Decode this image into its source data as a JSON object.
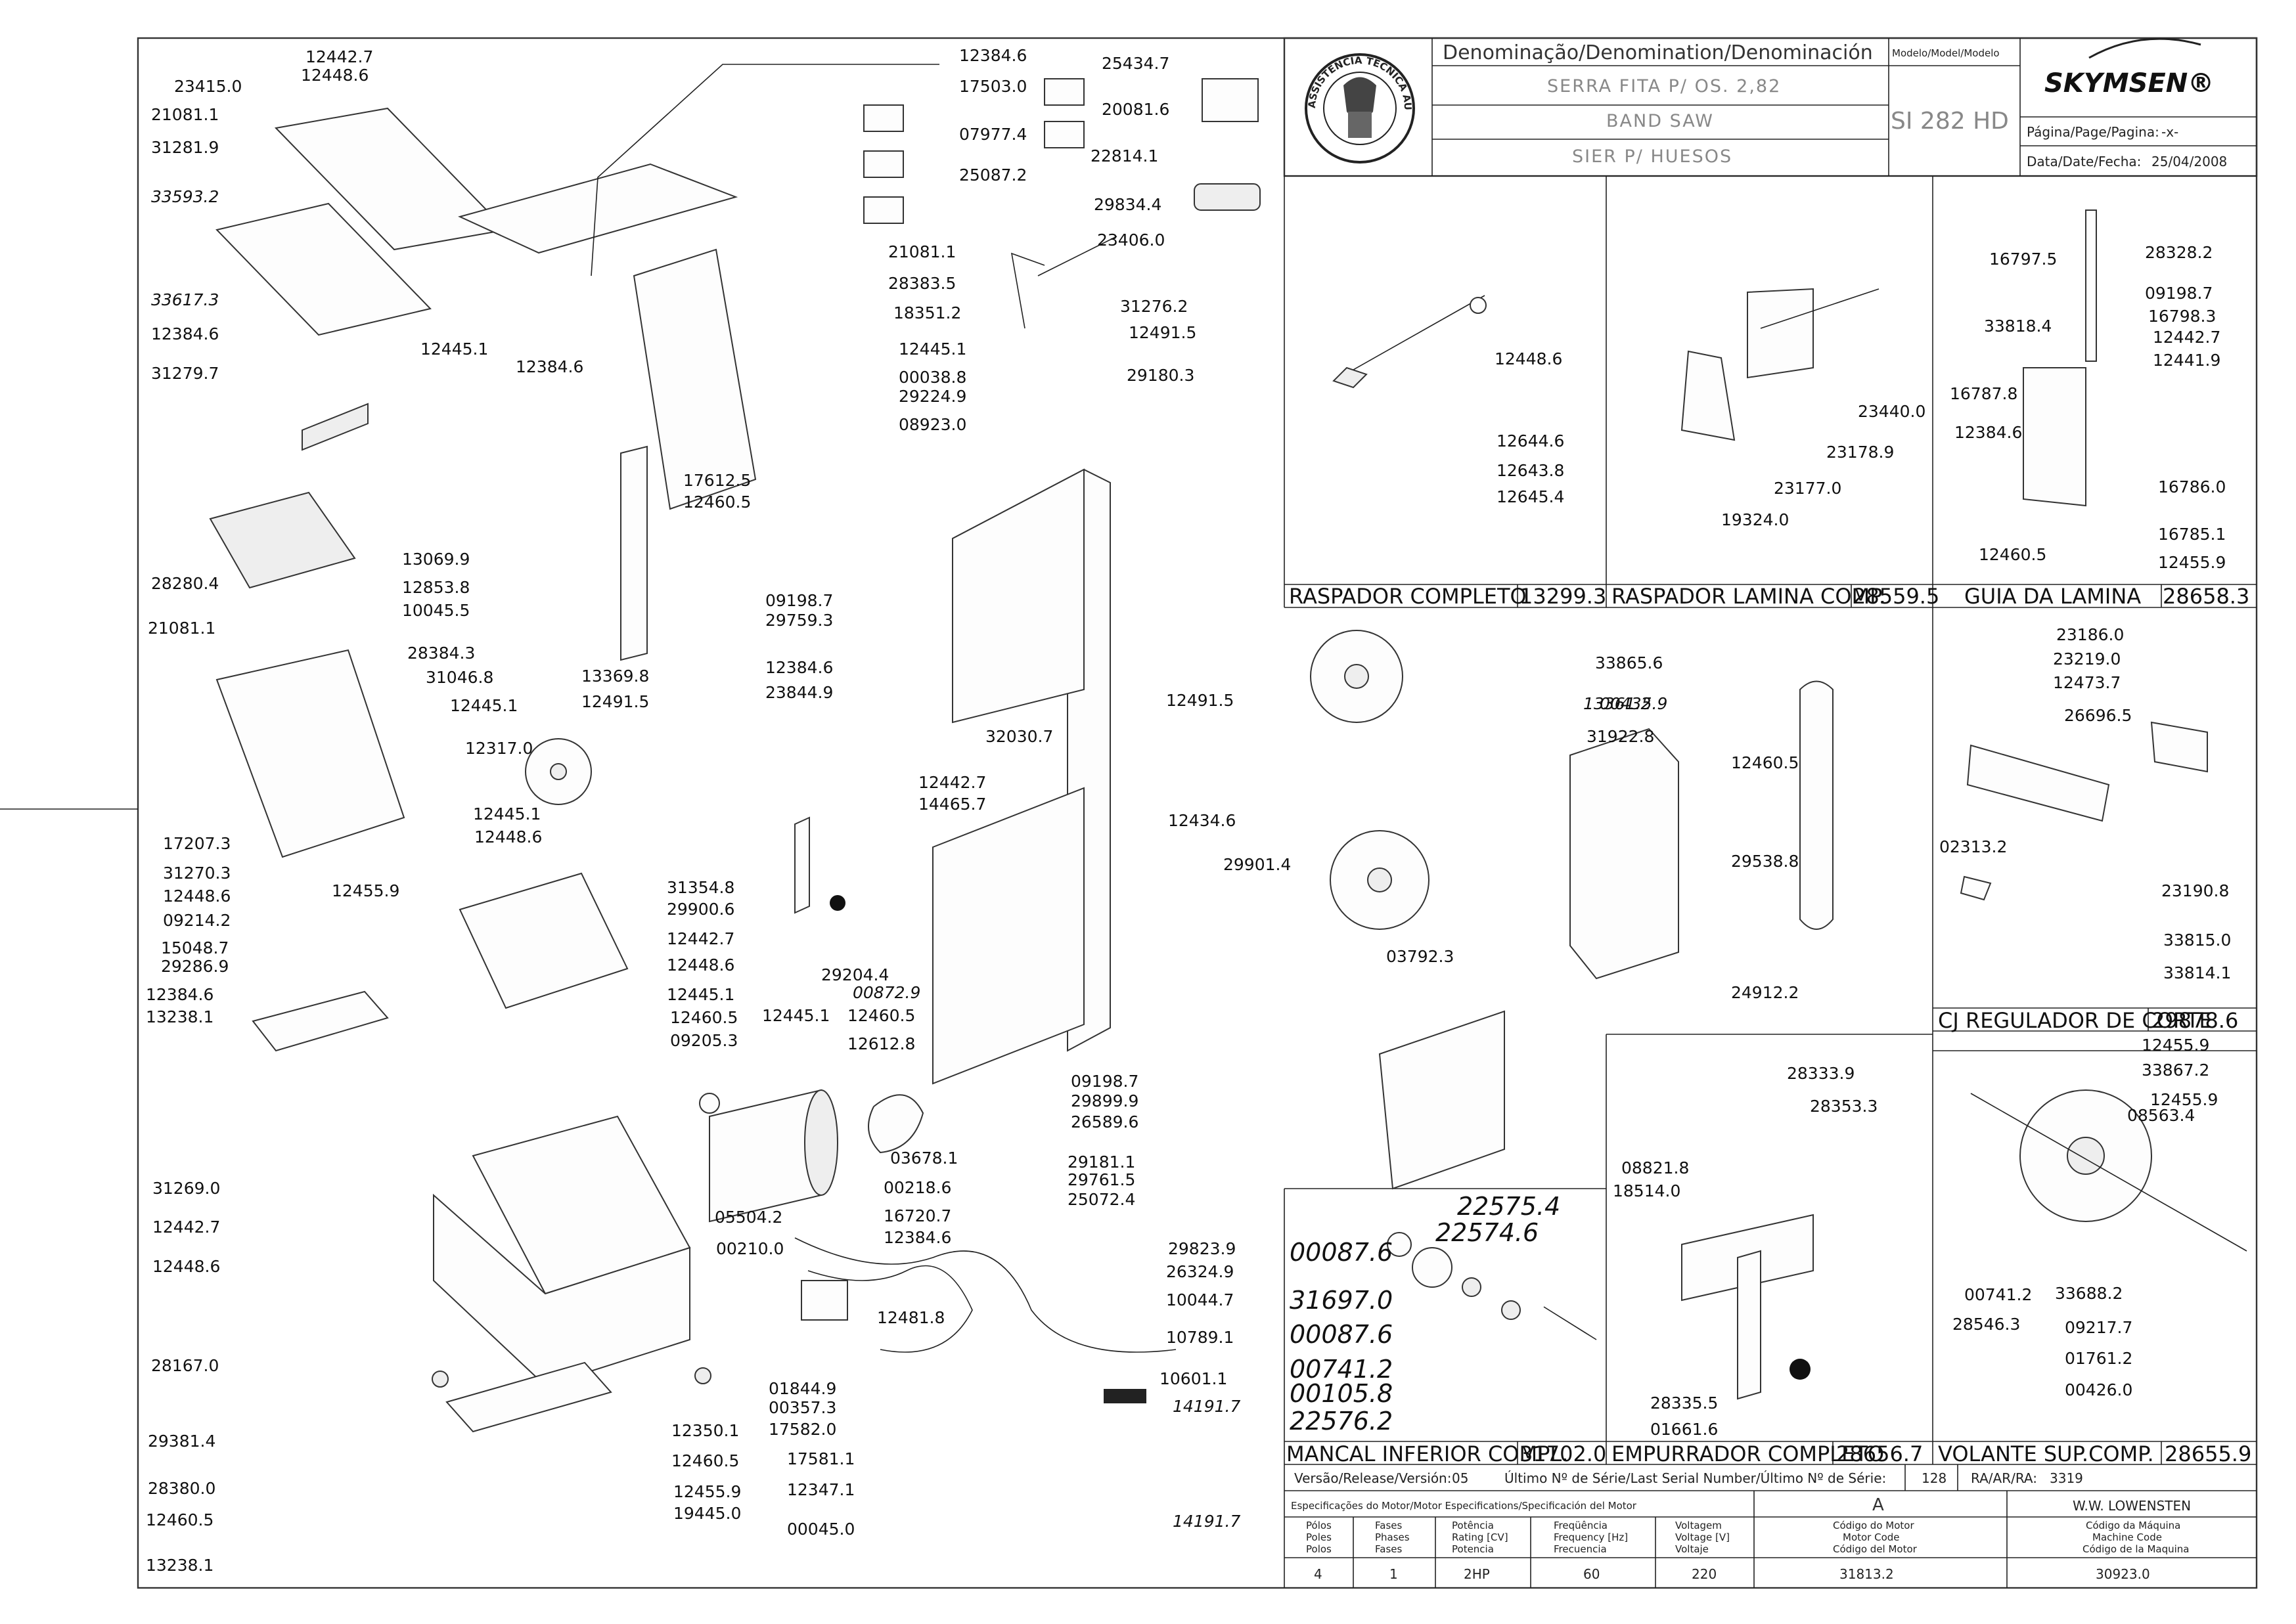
{
  "title_block": {
    "denomination_header": "Denominação/Denomination/Denominación",
    "name_pt": "SERRA FITA P/ OS. 2,82",
    "name_en": "BAND SAW",
    "name_es": "SIER P/ HUESOS",
    "model_header": "Modelo/Model/Modelo",
    "model": "SI 282 HD",
    "brand": "SKYMSEN®",
    "page_label": "Página/Page/Pagina:",
    "page_value": "-x-",
    "date_label": "Data/Date/Fecha:",
    "date_value": "25/04/2008",
    "seal_text": "ASSISTÊNCIA TÉCNICA AUTORIZADA",
    "version_label": "Versão/Release/Versión:",
    "version_value": "05",
    "serial_label": "Último Nº de Série/Last Serial Number/Último Nº de Série:",
    "serial_value": "128",
    "ra_label": "RA/AR/RA:",
    "ra_value": "3319",
    "motor_spec_label": "Especificações do Motor/Motor Especifications/Specificación del Motor",
    "rev_letter": "A",
    "author": "W.W. LOWENSTEN",
    "motor_columns": [
      {
        "h1": "Pólos",
        "h2": "Poles",
        "h3": "Polos",
        "value": "4"
      },
      {
        "h1": "Fases",
        "h2": "Phases",
        "h3": "Fases",
        "value": "1"
      },
      {
        "h1": "Potência",
        "h2": "Rating [CV]",
        "h3": "Potencia",
        "value": "2HP"
      },
      {
        "h1": "Freqüência",
        "h2": "Frequency [Hz]",
        "h3": "Frecuencia",
        "value": "60"
      },
      {
        "h1": "Voltagem",
        "h2": "Voltage [V]",
        "h3": "Voltaje",
        "value": "220"
      },
      {
        "h1": "Código do Motor",
        "h2": "Motor Code",
        "h3": "Código del Motor",
        "value": "31813.2"
      },
      {
        "h1": "Código da Máquina",
        "h2": "Machine Code",
        "h3": "Código de la Maquina",
        "value": "30923.0"
      }
    ]
  },
  "panels": [
    {
      "title": "RASPADOR COMPLETO",
      "code": "13299.3"
    },
    {
      "title": "RASPADOR LAMINA COMP.",
      "code": "28559.5"
    },
    {
      "title": "GUIA DA LAMINA",
      "code": "28658.3"
    },
    {
      "title": "CJ REGULADOR DE CORTE",
      "code": "29878.6"
    },
    {
      "title": "MANCAL INFERIOR COMPL.",
      "code": "31702.0"
    },
    {
      "title": "EMPURRADOR COMPLETO",
      "code": "28656.7"
    },
    {
      "title": "VOLANTE SUP.COMP.",
      "code": "28655.9"
    }
  ],
  "labels": {
    "raspador": [
      "12448.6",
      "12644.6",
      "12643.8",
      "12645.4"
    ],
    "raspador_lamina": [
      "23440.0",
      "23178.9",
      "23177.0",
      "19324.0"
    ],
    "guia": [
      "16797.5",
      "28328.2",
      "09198.7",
      "16798.3",
      "33818.4",
      "12442.7",
      "12441.9",
      "16787.8",
      "12384.6",
      "16786.0",
      "16785.1",
      "12460.5",
      "12455.9"
    ],
    "regulador": [
      "23186.0",
      "23219.0",
      "12473.7",
      "26696.5",
      "02313.2",
      "23190.8",
      "33815.0",
      "33814.1"
    ],
    "mancal_normal": [
      "22575.4",
      "22574.6",
      "00087.6",
      "31697.0",
      "00087.6",
      "00741.2",
      "00105.8",
      "22576.2"
    ],
    "empurrador": [
      "28333.9",
      "28353.3",
      "08821.8",
      "18514.0",
      "28335.5",
      "01661.6"
    ],
    "volante": [
      "12455.9",
      "33867.2",
      "12455.9",
      "08563.4",
      "00741.2",
      "28546.3",
      "33688.2",
      "09217.7",
      "01761.2",
      "00426.0"
    ],
    "left_column": [
      "23415.0",
      "21081.1",
      "31281.9",
      "33593.2",
      "33617.3",
      "12384.6",
      "31279.7",
      "28280.4",
      "21081.1",
      "17207.3",
      "31270.3",
      "12448.6",
      "09214.2",
      "15048.7",
      "29286.9",
      "12384.6",
      "13238.1",
      "31269.0",
      "12442.7",
      "12448.6",
      "28167.0",
      "29381.4",
      "28380.0",
      "12460.5",
      "13238.1"
    ],
    "top_row": [
      "12442.7",
      "12448.6",
      "12384.6",
      "17503.0",
      "07977.4",
      "25087.2",
      "25434.7",
      "20081.6",
      "22814.1",
      "29834.4",
      "21081.1",
      "23406.0",
      "28383.5",
      "18351.2",
      "12445.1",
      "12384.6",
      "12445.1",
      "00038.8",
      "29224.9",
      "08923.0",
      "31276.2",
      "12491.5",
      "29180.3"
    ],
    "center": [
      "17612.5",
      "12460.5",
      "13069.9",
      "12853.8",
      "10045.5",
      "28384.3",
      "31046.8",
      "13369.8",
      "12491.5",
      "09198.7",
      "29759.3",
      "12384.6",
      "23844.9",
      "32030.7",
      "12491.5",
      "33865.6",
      "13361.2",
      "31922.8",
      "12460.5",
      "12445.1",
      "12317.0",
      "12445.1",
      "12448.6",
      "12442.7",
      "14465.7",
      "12434.6",
      "29901.4",
      "29538.8",
      "12455.9",
      "31354.8",
      "29900.6",
      "12442.7",
      "12448.6",
      "12445.1",
      "12460.5",
      "09205.3",
      "29204.4",
      "03792.3",
      "24912.2",
      "12445.1",
      "12460.5",
      "12612.8",
      "05504.2",
      "09198.7",
      "29899.9",
      "26589.6",
      "03678.1",
      "00218.6",
      "16720.7",
      "12384.6",
      "29181.1",
      "29761.5",
      "25072.4",
      "00210.0",
      "29823.9",
      "26324.9",
      "10044.7",
      "12481.8",
      "10789.1",
      "10601.1",
      "01844.9",
      "00357.3",
      "17582.0",
      "17581.1",
      "12347.1",
      "12350.1",
      "12460.5",
      "12455.9",
      "19445.0",
      "00045.0"
    ],
    "italic": [
      "00435.9",
      "00872.9",
      "14191.7",
      "14191.7"
    ]
  },
  "icons": [
    "authorized-service-seal-icon",
    "skymsen-logo-icon",
    "decal-plate-icon"
  ]
}
